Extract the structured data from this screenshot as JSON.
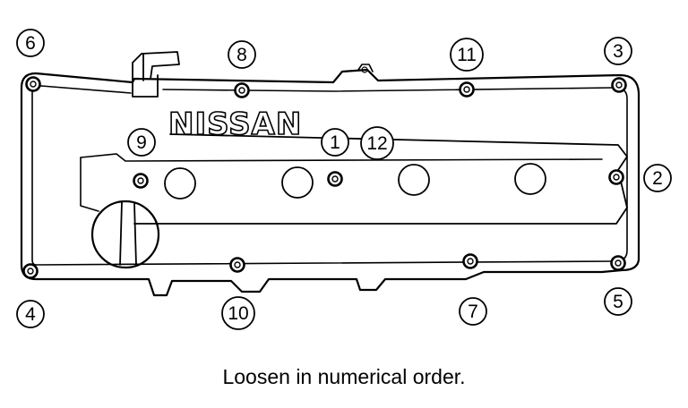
{
  "brand": "NISSAN",
  "caption": "Loosen in numerical order.",
  "bolts": [
    {
      "number": "1"
    },
    {
      "number": "2"
    },
    {
      "number": "3"
    },
    {
      "number": "4"
    },
    {
      "number": "5"
    },
    {
      "number": "6"
    },
    {
      "number": "7"
    },
    {
      "number": "8"
    },
    {
      "number": "9"
    },
    {
      "number": "10"
    },
    {
      "number": "11"
    },
    {
      "number": "12"
    }
  ]
}
